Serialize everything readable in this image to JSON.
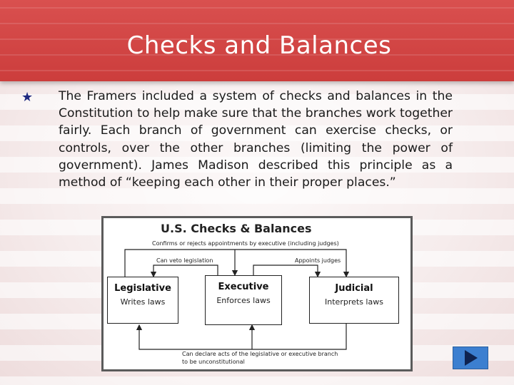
{
  "slide": {
    "title": "Checks and Balances",
    "bullet_icon": "star-icon",
    "paragraph": "The Framers included a system of checks and balances in the Constitution to help make sure that the branches work together fairly.  Each branch of government can exercise checks, or controls, over the other branches (limiting the power of government). James Madison described this principle as a method of “keeping each other in their proper places.”"
  },
  "diagram": {
    "title": "U.S. Checks & Balances",
    "top_label": "Confirms or rejects appointments by executive (including judges)",
    "veto_label": "Can veto legislation",
    "appoints_label": "Appoints judges",
    "bottom_label_1": "Can declare acts of the legislative or executive branch",
    "bottom_label_2": "to be unconstitutional",
    "branches": [
      {
        "name": "Legislative",
        "role": "Writes laws"
      },
      {
        "name": "Executive",
        "role": "Enforces laws"
      },
      {
        "name": "Judicial",
        "role": "Interprets laws"
      }
    ]
  },
  "nav": {
    "next_icon": "play-next-icon"
  },
  "colors": {
    "title_bar": "#d9504f",
    "nav_button": "#3c7fd0",
    "bullet": "#1f2a80"
  }
}
